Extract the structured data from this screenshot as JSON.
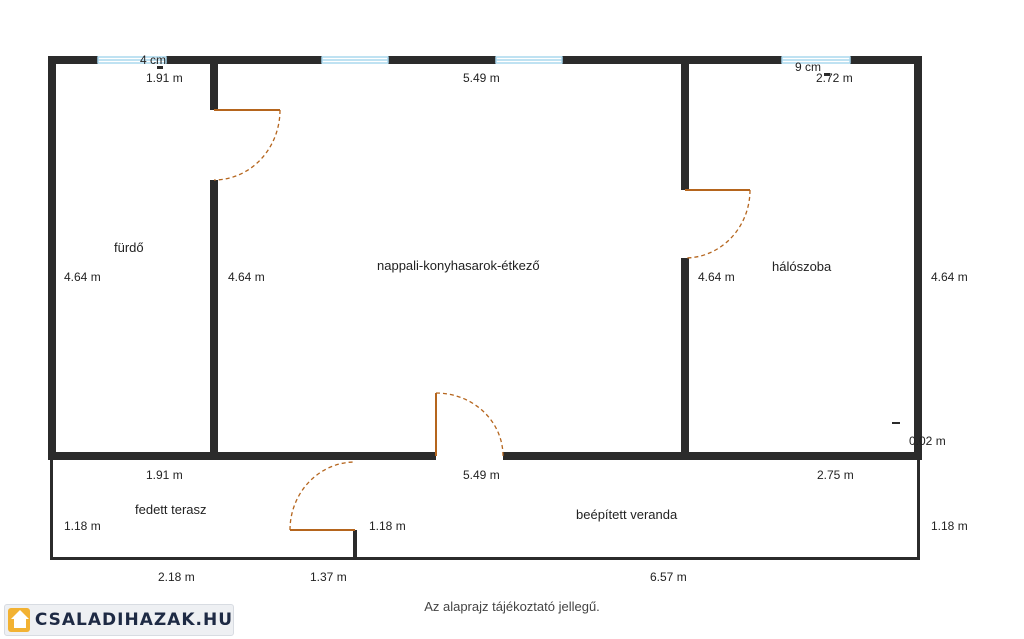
{
  "rooms": {
    "bathroom": "fürdő",
    "living": "nappali-konyhasarok-étkező",
    "bedroom": "hálószoba",
    "covered_terrace": "fedett terasz",
    "veranda": "beépített veranda"
  },
  "dimensions": {
    "top_window_left": "4 cm",
    "top_window_right": "9 cm",
    "top_left_width": "1.91 m",
    "top_mid_width": "5.49 m",
    "top_right_width": "2.72 m",
    "height_left": "4.64 m",
    "height_mid": "4.64 m",
    "height_bedroom": "4.64 m",
    "height_right": "4.64 m",
    "small_gap": "0.02 m",
    "mid_left_width": "1.91 m",
    "mid_center_width": "5.49 m",
    "mid_right_width": "2.75 m",
    "terrace_height_left": "1.18 m",
    "terrace_height_mid": "1.18 m",
    "terrace_height_right": "1.18 m",
    "bottom_left": "2.18 m",
    "bottom_mid": "1.37 m",
    "bottom_right": "6.57 m"
  },
  "caption": "Az alaprajz tájékoztató jellegű.",
  "logo": "CSALADIHAZAK.HU",
  "colors": {
    "wall": "#2b2b2b",
    "window": "#aad8ee",
    "door": "#b5651d"
  }
}
